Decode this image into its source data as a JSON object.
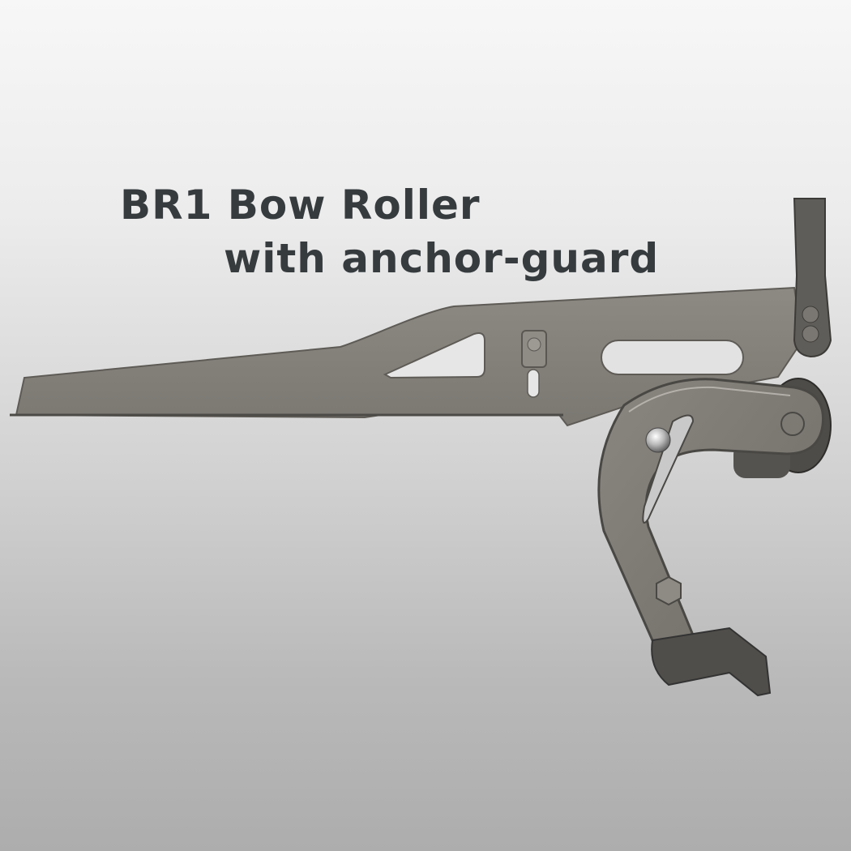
{
  "title": {
    "line1": "BR1 Bow Roller",
    "line2": "with anchor-guard"
  },
  "image": {
    "subject": "bow-roller-with-anchor-guard",
    "parts": [
      "mounting-plate",
      "guard-strap",
      "roller-arm",
      "roller-wheel",
      "ball-stop",
      "bolts"
    ]
  },
  "colors": {
    "background_top": "#f7f7f7",
    "background_bottom": "#adadad",
    "title_text": "#363b3e",
    "metal_light": "#9a9690",
    "metal_dark": "#5b5852"
  }
}
